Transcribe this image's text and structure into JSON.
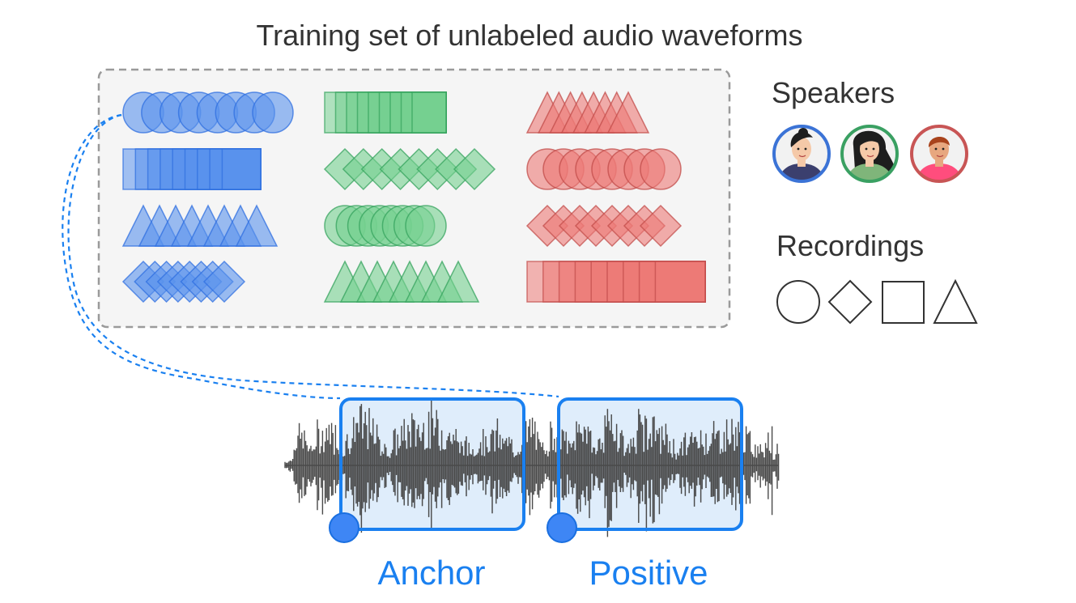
{
  "title": "Training set of unlabeled audio waveforms",
  "legend": {
    "speakers_label": "Speakers",
    "recordings_label": "Recordings",
    "speakers": [
      {
        "name": "speaker-blue",
        "color": "#3b73d6",
        "shirt": "#3b3f6e",
        "hair": "#1e1e1e",
        "skin": "#f5c9a8"
      },
      {
        "name": "speaker-green",
        "color": "#3aa062",
        "shirt": "#7fb57a",
        "hair": "#1e1e1e",
        "skin": "#f5c9a8"
      },
      {
        "name": "speaker-red",
        "color": "#c85555",
        "shirt": "#ff4d7d",
        "hair": "#a8431c",
        "skin": "#e7a77f"
      }
    ],
    "recording_shapes": [
      "circle-icon",
      "diamond-icon",
      "square-icon",
      "triangle-icon"
    ]
  },
  "colors": {
    "blue_fill": "#5a92ec",
    "blue_stroke": "#2f6fe0",
    "green_fill": "#74d08f",
    "green_stroke": "#35a35d",
    "red_fill": "#ec7a76",
    "red_stroke": "#c24c4a",
    "box_fill": "#f5f5f5",
    "box_stroke": "#9a9a9a",
    "accent": "#1a80f0",
    "selection_fill": "#e0ecfb",
    "waveform": "#4a4a4a"
  },
  "groups": [
    {
      "speaker": "blue",
      "rows": [
        "circle",
        "square",
        "triangle",
        "diamond"
      ]
    },
    {
      "speaker": "green",
      "rows": [
        "square",
        "diamond",
        "circle",
        "triangle"
      ]
    },
    {
      "speaker": "red",
      "rows": [
        "triangle",
        "circle",
        "diamond",
        "square"
      ]
    }
  ],
  "segments": {
    "anchor_label": "Anchor",
    "positive_label": "Positive"
  }
}
